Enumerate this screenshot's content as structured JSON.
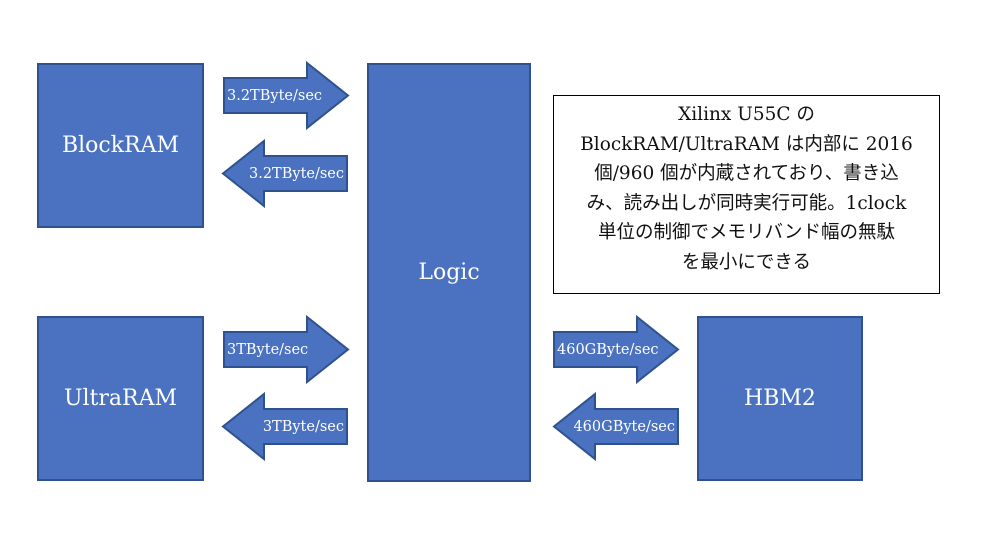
{
  "blocks": {
    "blockram": "BlockRAM",
    "ultraram": "UltraRAM",
    "logic": "Logic",
    "hbm2": "HBM2"
  },
  "arrows": {
    "blockram_to_logic": "3.2TByte/sec",
    "logic_to_blockram": "3.2TByte/sec",
    "ultraram_to_logic": "3TByte/sec",
    "logic_to_ultraram": "3TByte/sec",
    "logic_to_hbm2": "460GByte/sec",
    "hbm2_to_logic": "460GByte/sec"
  },
  "note": {
    "lines": [
      "Xilinx U55C の",
      "BlockRAM/UltraRAM は内部に 2016",
      "個/960 個が内蔵されており、書き込",
      "み、読み出しが同時実行可能。1clock",
      "単位の制御でメモリバンド幅の無駄",
      "を最小にできる"
    ]
  },
  "colors": {
    "fill": "#4a72c0",
    "border": "#2f528f",
    "text_on_fill": "#ffffff"
  }
}
